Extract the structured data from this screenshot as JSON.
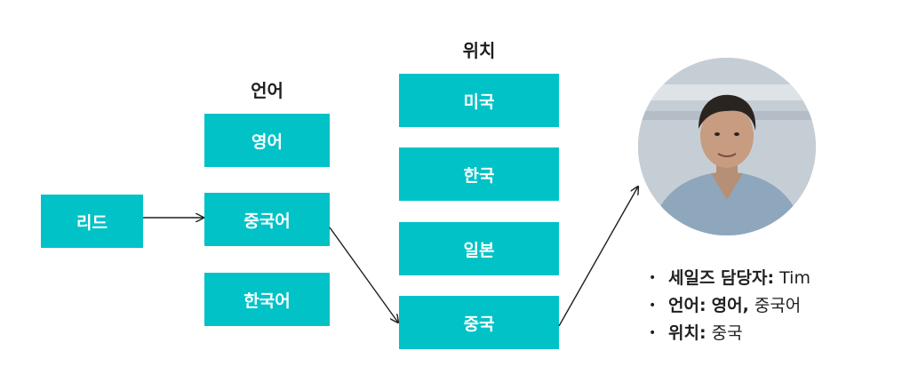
{
  "headings": {
    "language": "언어",
    "location": "위치"
  },
  "lead": {
    "label": "리드"
  },
  "languages": [
    "영어",
    "중국어",
    "한국어"
  ],
  "locations": [
    "미국",
    "한국",
    "일본",
    "중국"
  ],
  "profile": {
    "rep_label": "세일즈 담당자:",
    "rep_value": "Tim",
    "language_label": "언어:",
    "language_value_bold": "영어,",
    "language_value": "중국어",
    "location_label": "위치:",
    "location_value": "중국"
  },
  "colors": {
    "box": "#00c2c7",
    "text": "#1f1f1f",
    "arrow": "#1f1f1f"
  },
  "icons": {
    "photo": "person-photo-icon",
    "bullet": "bullet-dot-icon"
  }
}
